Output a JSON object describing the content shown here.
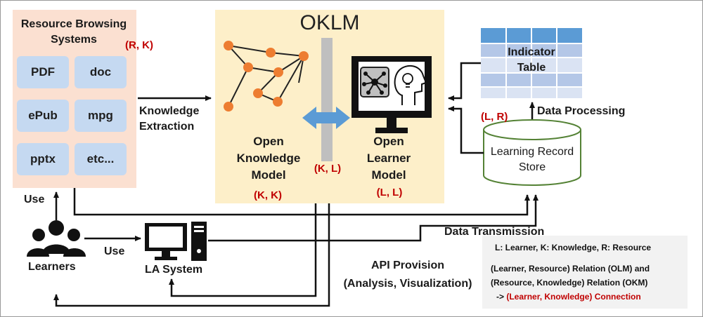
{
  "resource_systems": {
    "title": "Resource Browsing Systems",
    "formats": [
      "PDF",
      "doc",
      "ePub",
      "mpg",
      "pptx",
      "etc..."
    ],
    "relation": "(R, K)"
  },
  "oklm": {
    "title": "OKLM",
    "knowledge_model": "Open Knowledge Model",
    "knowledge_relation": "(K, K)",
    "center_relation": "(K, L)",
    "learner_model": "Open Learner Model",
    "learner_relation": "(L, L)"
  },
  "flows": {
    "knowledge_extraction": "Knowledge Extraction",
    "use_left": "Use",
    "use_middle": "Use",
    "data_processing": "Data Processing",
    "data_transmission": "Data Transmission",
    "api_provision_line1": "API Provision",
    "api_provision_line2": "(Analysis, Visualization)"
  },
  "indicator_table": {
    "title": "Indicator Table"
  },
  "lrs": {
    "title": "Learning Record Store",
    "relation": "(L, R)"
  },
  "actors": {
    "learners": "Learners",
    "la_system": "LA System"
  },
  "legend": {
    "line1": "L: Learner, K: Knowledge, R: Resource",
    "line2": "(Learner, Resource) Relation (OLM) and",
    "line3": "(Resource, Knowledge) Relation (OKM)",
    "line4_prefix": "-> ",
    "line4_highlight": "(Learner, Knowledge) Connection"
  },
  "colors": {
    "resource_bg": "#fbe0d1",
    "tile_bg": "#c5d9f1",
    "oklm_bg": "#fdefc9",
    "node_orange": "#ed7d31",
    "arrow_blue": "#5b9bd5",
    "lrs_green": "#548235",
    "table_blue": "#5b9bd5",
    "accent_red": "#c00000"
  }
}
